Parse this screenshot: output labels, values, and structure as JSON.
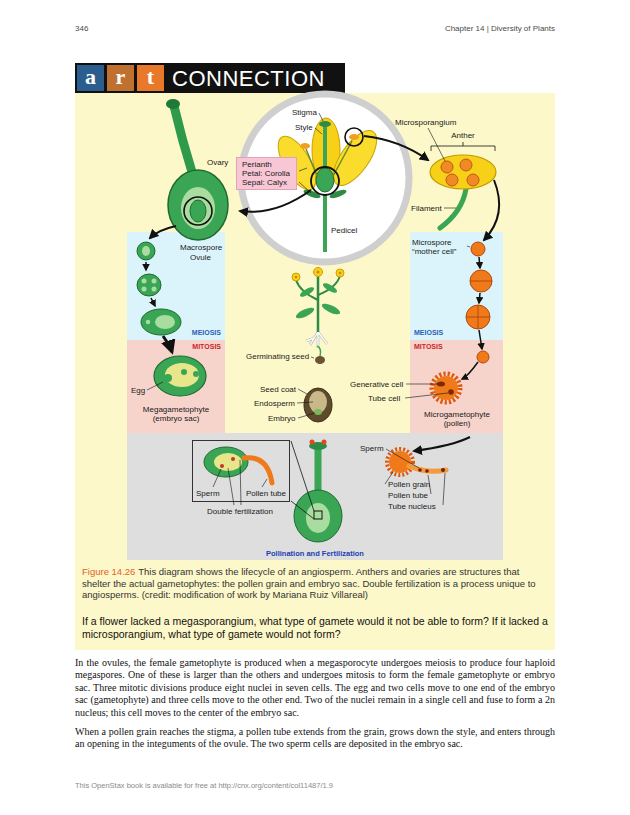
{
  "diagram": {
    "title": "CONNECTION",
    "caption": "This diagram shows the lifecycle of an angiosperm. Anthers and ovaries are structures that shelter the actual gametophytes: the pollen grain and embryo sac. Double fertilization is a process unique to angiosperms. (credit: modification of work by Mariana Ruiz Villareal)",
    "nodes": [
      {
        "text": [
          "Perianth",
          "Petal: Corolla",
          "Sepal: Calyx"
        ]
      },
      {
        "text": [
          "MEIOSIS"
        ]
      },
      {
        "text": [
          "MEIOSIS"
        ]
      },
      {
        "text": [
          "MITOSIS"
        ]
      },
      {
        "text": [
          "MITOSIS"
        ]
      },
      {
        "text": [
          "Pollination and Fertilization"
        ]
      },
      {
        "text": [
          "Sperm",
          "Pollen tube"
        ],
        "in": 5
      }
    ],
    "labels": [
      "346",
      "Chapter 14 | Diversity of Plants",
      "a",
      "r",
      "t",
      "Stigma",
      "Style",
      "Ovary",
      "Microsporangium",
      "Anther",
      "Filament",
      "Pedicel",
      "Macrospore",
      "Ovule",
      "Microspore “mother cell”",
      "Germinating seed",
      "Seed coat",
      "Endosperm",
      "Embryo",
      "Egg",
      "Megagametophyte (embryo sac)",
      "Generative cell",
      "Tube cell",
      "Microgametophyte (pollen)",
      "Sperm",
      "Pollen grain",
      "Pollen tube",
      "Tube nucleus",
      "Double fertilization",
      "Figure 14.26",
      "If a flower lacked a megasporangium, what type of gamete would it not be able to form? If it lacked a microsporangium, what type of gamete would not form?",
      "In the ovules, the female gametophyte is produced when a megasporocyte undergoes meiosis to produce four haploid megaspores. One of these is larger than the others and undergoes mitosis to form the female gametophyte or embryo sac. Three mitotic divisions produce eight nuclei in seven cells. The egg and two cells move to one end of the embryo sac (gametophyte) and three cells move to the other end. Two of the nuclei remain in a single cell and fuse to form a 2n nucleus; this cell moves to the center of the embryo sac.",
      "When a pollen grain reaches the stigma, a pollen tube extends from the grain, grows down the style, and enters through an opening in the integuments of the ovule. The two sperm cells are deposited in the embryo sac.",
      "This OpenStax book is available for free at http://cnx.org/content/col11487/1.9"
    ]
  }
}
